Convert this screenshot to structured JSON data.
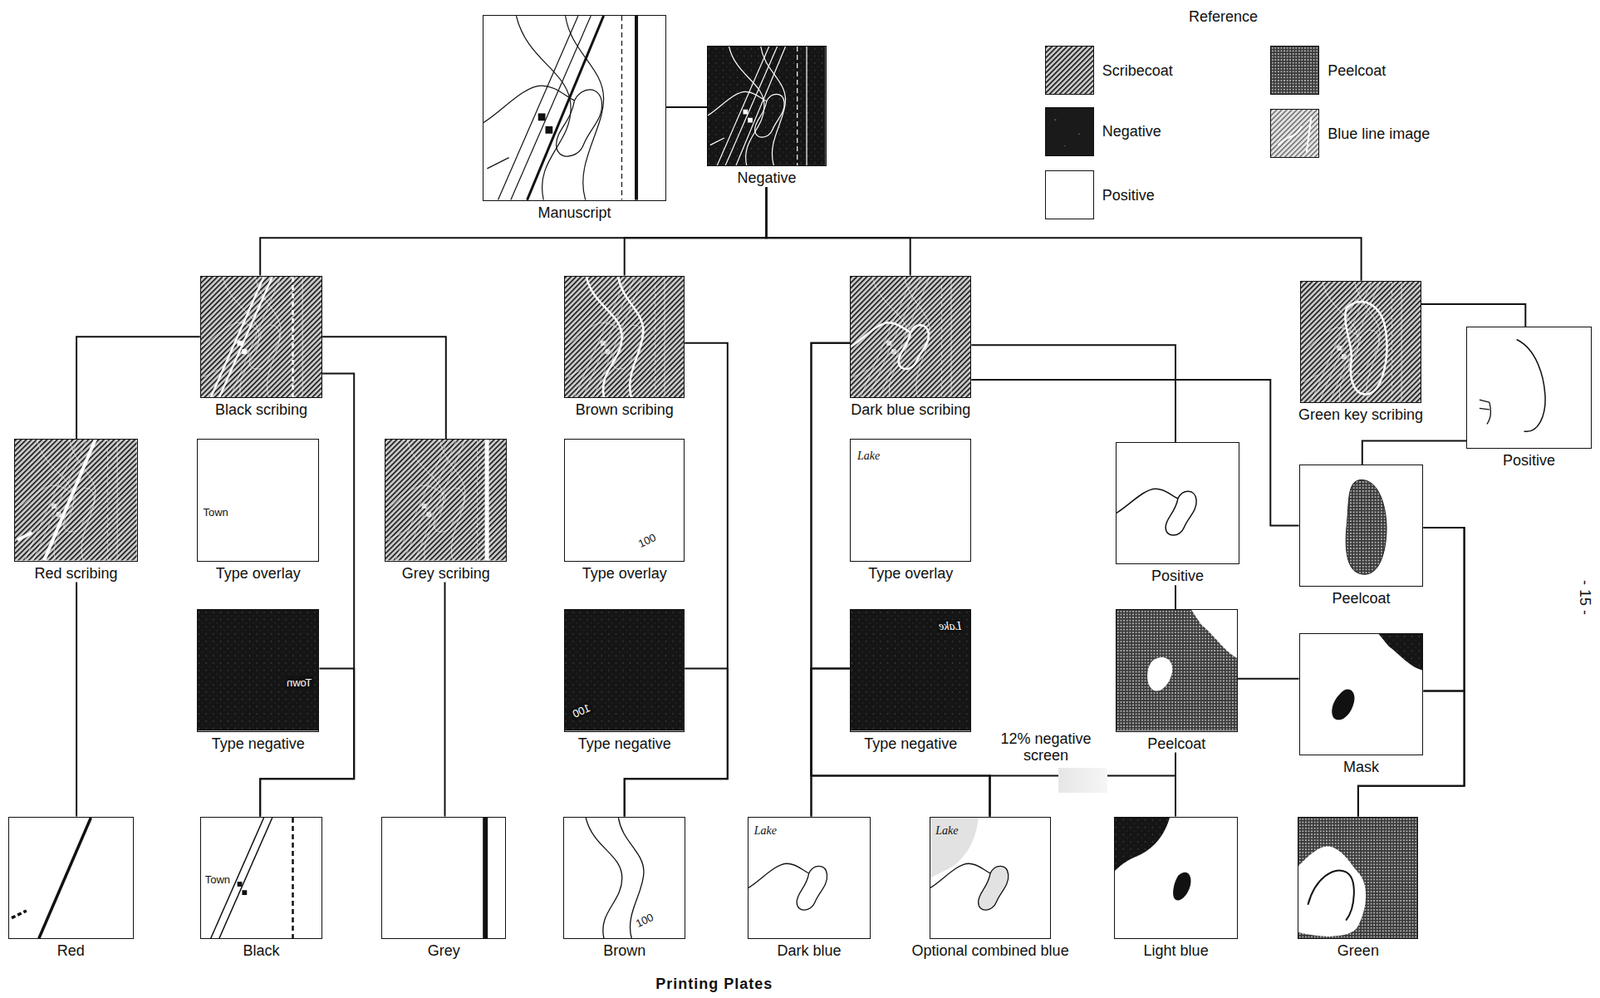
{
  "diagram": {
    "nodes": [
      {
        "text": [
          "Manuscript"
        ]
      },
      {
        "text": [
          "Negative"
        ]
      },
      {
        "text": [
          "Black scribing"
        ]
      },
      {
        "text": [
          "Brown scribing"
        ]
      },
      {
        "text": [
          "Dark blue scribing"
        ]
      },
      {
        "text": [
          "Green key scribing"
        ]
      },
      {
        "text": [
          "Positive"
        ]
      },
      {
        "text": [
          "Red scribing"
        ]
      },
      {
        "text": [
          "Type overlay",
          "Town"
        ]
      },
      {
        "text": [
          "Grey scribing"
        ]
      },
      {
        "text": [
          "Type overlay",
          "100"
        ]
      },
      {
        "text": [
          "Type overlay",
          "Lake"
        ]
      },
      {
        "text": [
          "Positive"
        ]
      },
      {
        "text": [
          "Peelcoat"
        ]
      },
      {
        "text": [
          "Type negative",
          "Town"
        ]
      },
      {
        "text": [
          "Type negative",
          "100"
        ]
      },
      {
        "text": [
          "Type negative",
          "Lake"
        ]
      },
      {
        "text": [
          "Peelcoat"
        ]
      },
      {
        "text": [
          "Mask"
        ]
      },
      {
        "text": [
          "Red"
        ]
      },
      {
        "text": [
          "Black",
          "Town"
        ]
      },
      {
        "text": [
          "Grey"
        ]
      },
      {
        "text": [
          "Brown",
          "100"
        ]
      },
      {
        "text": [
          "Dark blue",
          "Lake"
        ]
      },
      {
        "text": [
          "Optional combined blue",
          "Lake"
        ]
      },
      {
        "text": [
          "Light blue"
        ]
      },
      {
        "text": [
          "Green"
        ]
      }
    ],
    "edges": [
      {
        "from": 0,
        "to": 1,
        "arrow": "none"
      },
      {
        "from": 1,
        "to": 2,
        "arrow": "none"
      },
      {
        "from": 1,
        "to": 3,
        "arrow": "none"
      },
      {
        "from": 1,
        "to": 4,
        "arrow": "none"
      },
      {
        "from": 1,
        "to": 5,
        "arrow": "none"
      },
      {
        "from": 2,
        "to": 7,
        "arrow": "none"
      },
      {
        "from": 2,
        "to": 9,
        "arrow": "none"
      },
      {
        "from": 2,
        "to": 20,
        "arrow": "none"
      },
      {
        "from": 14,
        "to": 20,
        "arrow": "none"
      },
      {
        "from": 7,
        "to": 19,
        "arrow": "none"
      },
      {
        "from": 9,
        "to": 21,
        "arrow": "none"
      },
      {
        "from": 3,
        "to": 22,
        "arrow": "none"
      },
      {
        "from": 15,
        "to": 22,
        "arrow": "none"
      },
      {
        "from": 4,
        "to": 23,
        "arrow": "none"
      },
      {
        "from": 4,
        "to": 24,
        "arrow": "none"
      },
      {
        "from": 16,
        "to": 23,
        "arrow": "none"
      },
      {
        "from": 16,
        "to": 24,
        "arrow": "none"
      },
      {
        "from": 17,
        "to": 24,
        "arrow": "none"
      },
      {
        "from": 17,
        "to": 25,
        "arrow": "none"
      },
      {
        "from": 4,
        "to": 12,
        "arrow": "none"
      },
      {
        "from": 12,
        "to": 17,
        "arrow": "none"
      },
      {
        "from": 4,
        "to": 13,
        "arrow": "none"
      },
      {
        "from": 5,
        "to": 6,
        "arrow": "none"
      },
      {
        "from": 6,
        "to": 13,
        "arrow": "none"
      },
      {
        "from": 17,
        "to": 18,
        "arrow": "none"
      },
      {
        "from": 13,
        "to": 18,
        "arrow": "none"
      },
      {
        "from": 13,
        "to": 26,
        "arrow": "none"
      },
      {
        "from": 18,
        "to": 26,
        "arrow": "none"
      }
    ],
    "labels": [
      "Reference",
      "12% negative screen",
      "Printing Plates",
      "- 15 -"
    ],
    "legend": [
      {
        "text": "Scribecoat"
      },
      {
        "text": "Negative",
        "color": "#1a1a1a"
      },
      {
        "text": "Positive",
        "color": "#ffffff"
      },
      {
        "text": "Peelcoat"
      },
      {
        "text": "Blue line image"
      }
    ]
  }
}
